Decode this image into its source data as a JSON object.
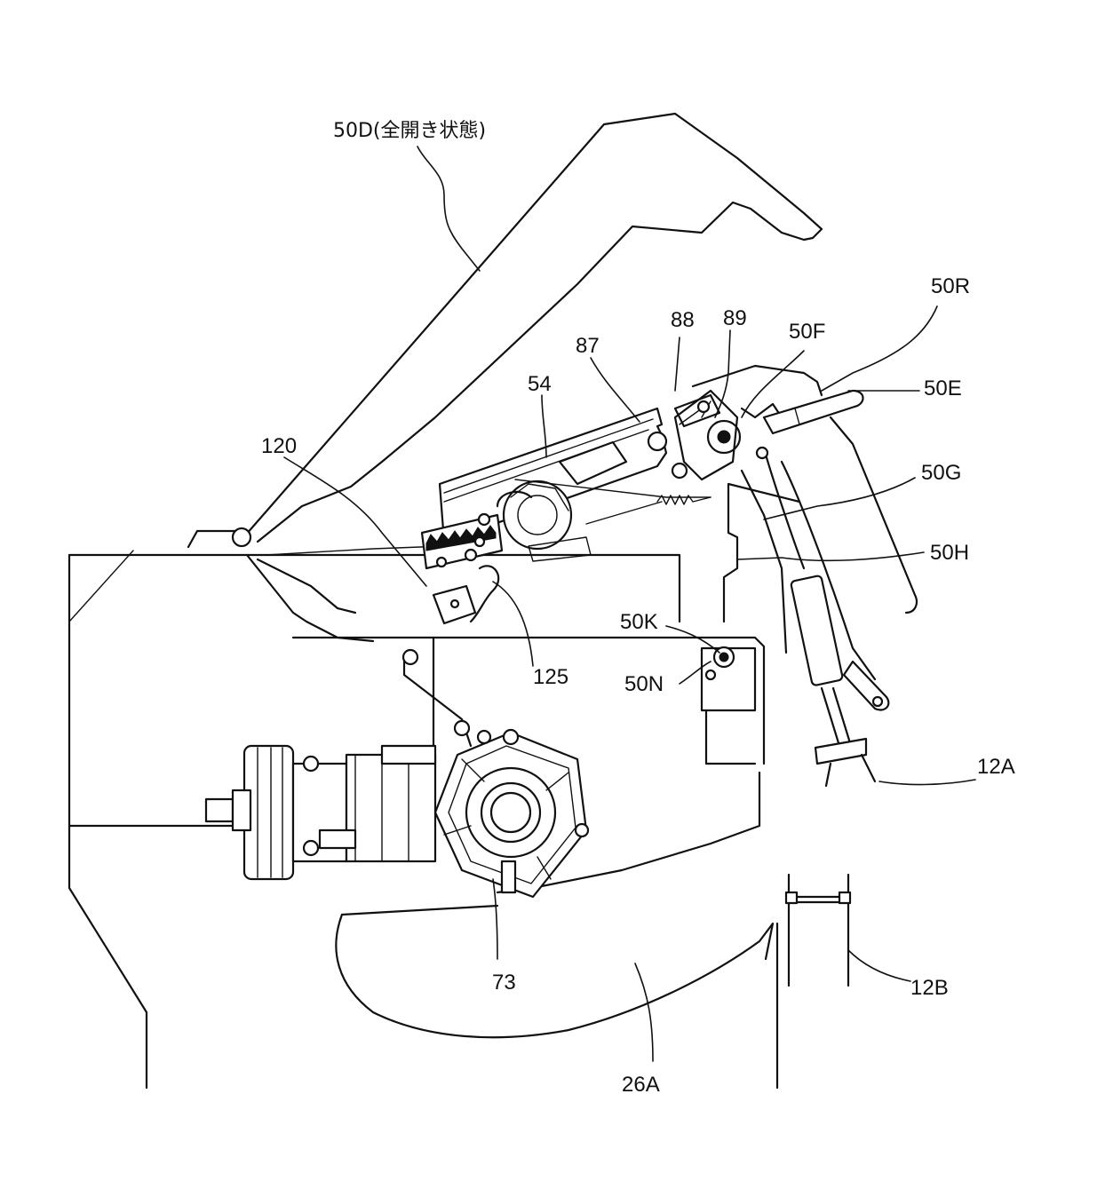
{
  "labels": {
    "l50D": "50D(全開き状態)",
    "l50R": "50R",
    "l88": "88",
    "l89": "89",
    "l50F": "50F",
    "l87": "87",
    "l50E": "50E",
    "l54": "54",
    "l120": "120",
    "l50G": "50G",
    "l50H": "50H",
    "l50K": "50K",
    "l125": "125",
    "l50N": "50N",
    "l12A": "12A",
    "l73": "73",
    "l12B": "12B",
    "l26A": "26A"
  },
  "colors": {
    "line": "#111111",
    "background": "#ffffff"
  }
}
